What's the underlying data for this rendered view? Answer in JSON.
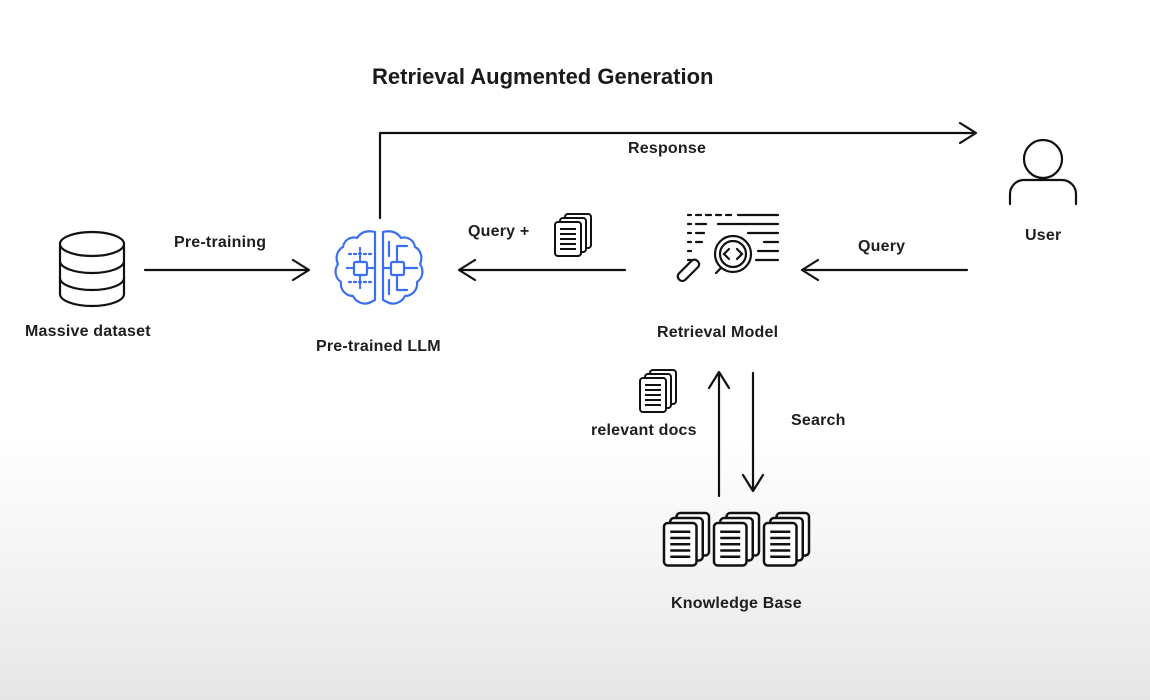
{
  "title": "Retrieval Augmented Generation",
  "nodes": {
    "dataset": {
      "label": "Massive dataset",
      "icon": "database-icon"
    },
    "llm": {
      "label": "Pre-trained LLM",
      "icon": "brain-chip-icon",
      "color": "#3b6ef0"
    },
    "retrieval": {
      "label": "Retrieval Model",
      "icon": "magnifier-code-icon"
    },
    "user": {
      "label": "User",
      "icon": "user-icon"
    },
    "knowledge_base": {
      "label": "Knowledge Base",
      "icon": "document-stacks-icon"
    }
  },
  "edges": {
    "pretraining": {
      "label": "Pre-training",
      "from": "dataset",
      "to": "llm"
    },
    "response": {
      "label": "Response",
      "from": "llm",
      "to": "user"
    },
    "query_plus_docs": {
      "label": "Query +",
      "from": "retrieval",
      "to": "llm",
      "icon": "documents-icon"
    },
    "query": {
      "label": "Query",
      "from": "user",
      "to": "retrieval"
    },
    "search": {
      "label": "Search",
      "from": "retrieval",
      "to": "knowledge_base"
    },
    "relevant_docs": {
      "label": "relevant docs",
      "from": "knowledge_base",
      "to": "retrieval",
      "icon": "documents-icon"
    }
  }
}
